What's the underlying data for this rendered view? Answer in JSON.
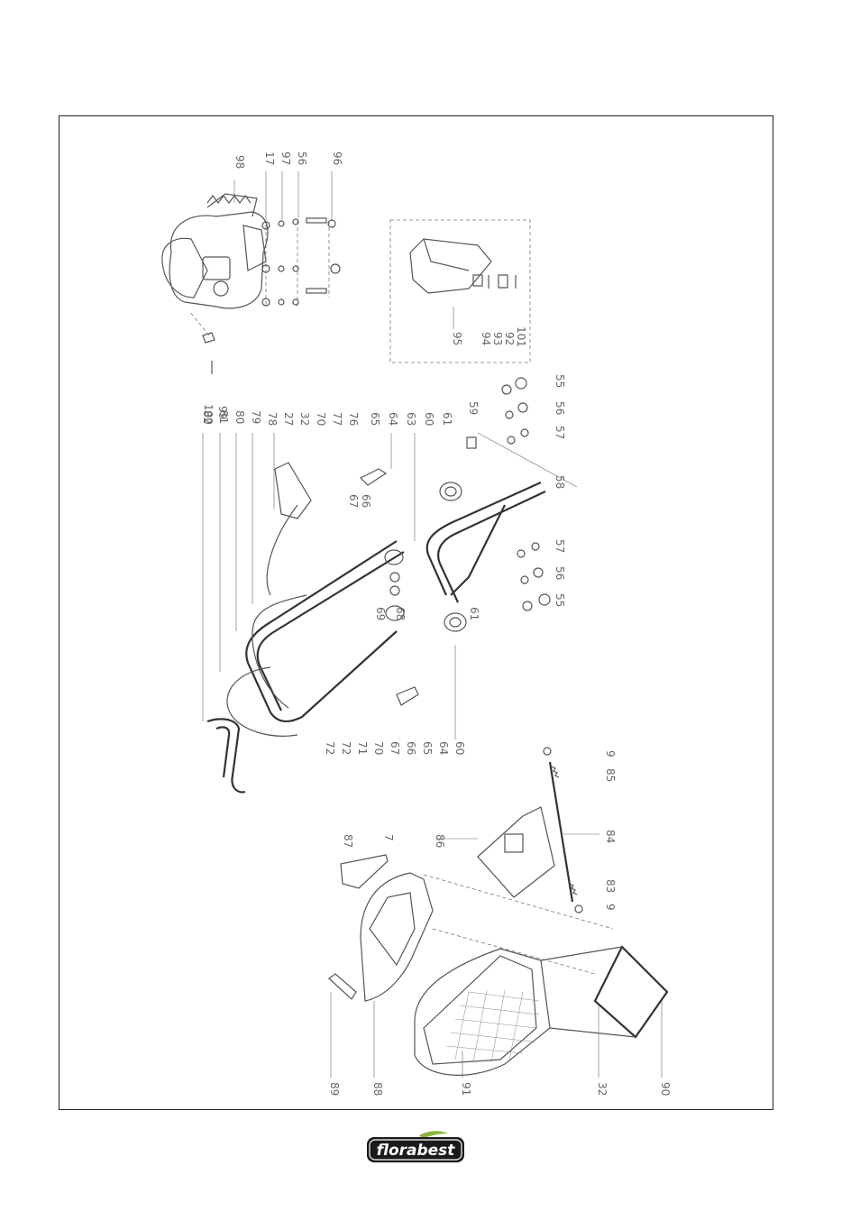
{
  "brand": {
    "logo_text": "florabest",
    "logo_bg": "#1a1a1a",
    "logo_fg": "#ffffff",
    "logo_accent": "#8ab43f"
  },
  "diagram": {
    "title": "",
    "labels": {
      "engine": [
        "98",
        "17",
        "97",
        "56",
        "96",
        "100",
        "99"
      ],
      "inset": [
        "95",
        "94",
        "93",
        "92",
        "101"
      ],
      "handle": [
        "82",
        "81",
        "80",
        "79",
        "78",
        "27",
        "32",
        "70",
        "77",
        "76",
        "65",
        "64",
        "63",
        "60",
        "61",
        "59",
        "67",
        "66",
        "69",
        "68",
        "61b",
        "55",
        "56",
        "57",
        "58",
        "57b",
        "56b",
        "55b",
        "72",
        "72b",
        "71",
        "70b",
        "67b",
        "66b",
        "65b",
        "64b",
        "60b"
      ],
      "lower": [
        "87",
        "7",
        "86",
        "85",
        "84",
        "83",
        "9",
        "9b",
        "89",
        "88",
        "91",
        "32b",
        "90"
      ]
    },
    "label_text": {
      "98": "98",
      "17": "17",
      "97": "97",
      "56": "56",
      "96": "96",
      "100": "100",
      "99": "99",
      "95": "95",
      "94": "94",
      "93": "93",
      "92": "92",
      "101": "101",
      "82": "82",
      "81": "81",
      "80": "80",
      "79": "79",
      "78": "78",
      "27": "27",
      "32": "32",
      "70": "70",
      "77": "77",
      "76": "76",
      "65": "65",
      "64": "64",
      "63": "63",
      "60": "60",
      "61": "61",
      "59": "59",
      "67": "67",
      "66": "66",
      "69": "69",
      "68": "68",
      "61b": "61",
      "55": "55",
      "56b": "56",
      "57": "57",
      "58": "58",
      "57b": "57",
      "56c": "56",
      "55b": "55",
      "72": "72",
      "72b": "72",
      "71": "71",
      "70b": "70",
      "67b": "67",
      "66b": "66",
      "65b": "65",
      "64b": "64",
      "60b": "60",
      "87": "87",
      "7": "7",
      "86": "86",
      "85": "85",
      "84": "84",
      "83": "83",
      "9": "9",
      "9b": "9",
      "89": "89",
      "88": "88",
      "91": "91",
      "32b": "32",
      "90": "90"
    }
  }
}
